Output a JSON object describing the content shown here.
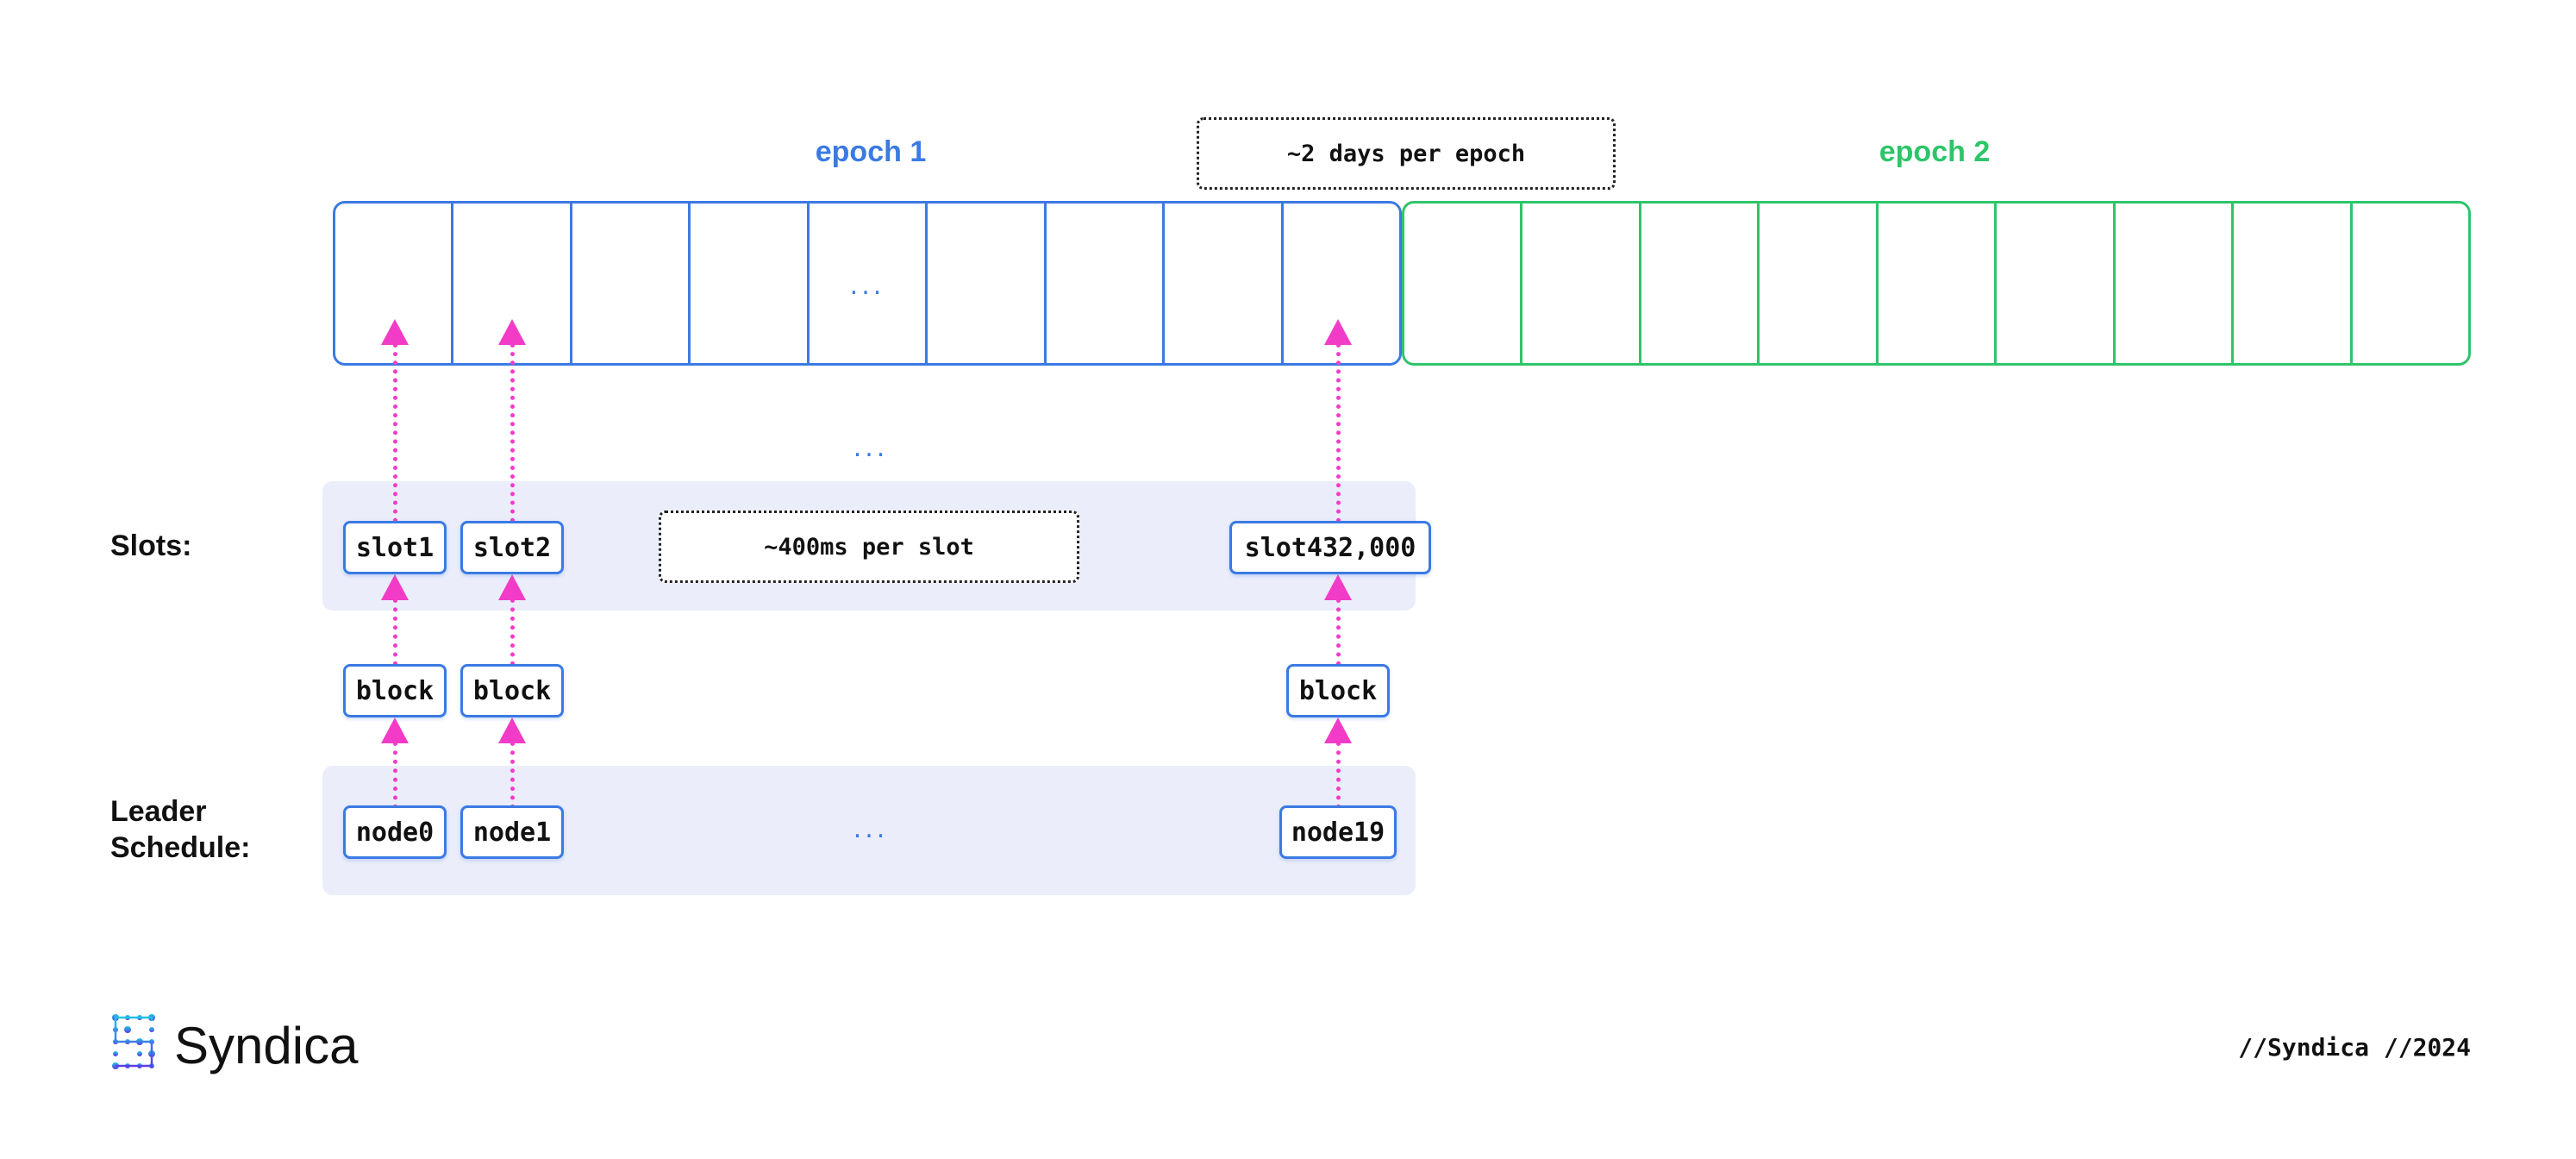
{
  "epochs": [
    {
      "label": "epoch 1",
      "color": "#3b7ae3"
    },
    {
      "label": "epoch 2",
      "color": "#2ec56a"
    }
  ],
  "epoch_note": "~2 days per epoch",
  "epoch_ellipsis": "...",
  "slots_ellipsis": "...",
  "leader_ellipsis": "...",
  "rows": {
    "slots_label": "Slots:",
    "leader_label": "Leader\nSchedule:"
  },
  "slots": [
    "slot1",
    "slot2",
    "slot432,000"
  ],
  "slot_note": "~400ms per slot",
  "blocks": [
    "block",
    "block",
    "block"
  ],
  "nodes": [
    "node0",
    "node1",
    "node19"
  ],
  "brand": {
    "name": "Syndica",
    "logo_icon": "syndica-logo-icon"
  },
  "footer": "//Syndica //2024",
  "colors": {
    "arrow": "#f23cc7",
    "band": "#ebedfb"
  }
}
